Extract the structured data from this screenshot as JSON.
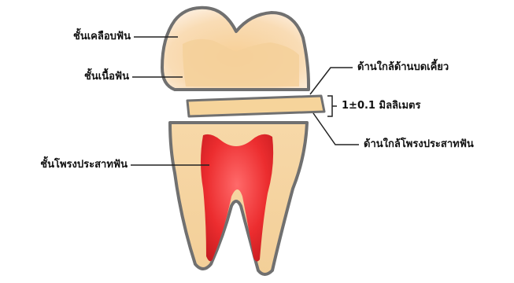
{
  "labels": {
    "enamel": "ชั้นเคลือบฟัน",
    "dentin": "ชั้นเนื้อฟัน",
    "pulp": "ชั้นโพรงประสาทฟัน",
    "occlusal_side": "ด้านใกล้ด้านบดเคี้ยว",
    "thickness": "1±0.1 มิลลิเมตร",
    "pulpal_side": "ด้านใกล้โพรงประสาทฟัน"
  },
  "colors": {
    "enamel": "#fbe3c2",
    "dentin": "#f6d7a6",
    "pulp": "#e8262b",
    "outline": "#6f6f6f",
    "slice": "#f6d49b"
  }
}
